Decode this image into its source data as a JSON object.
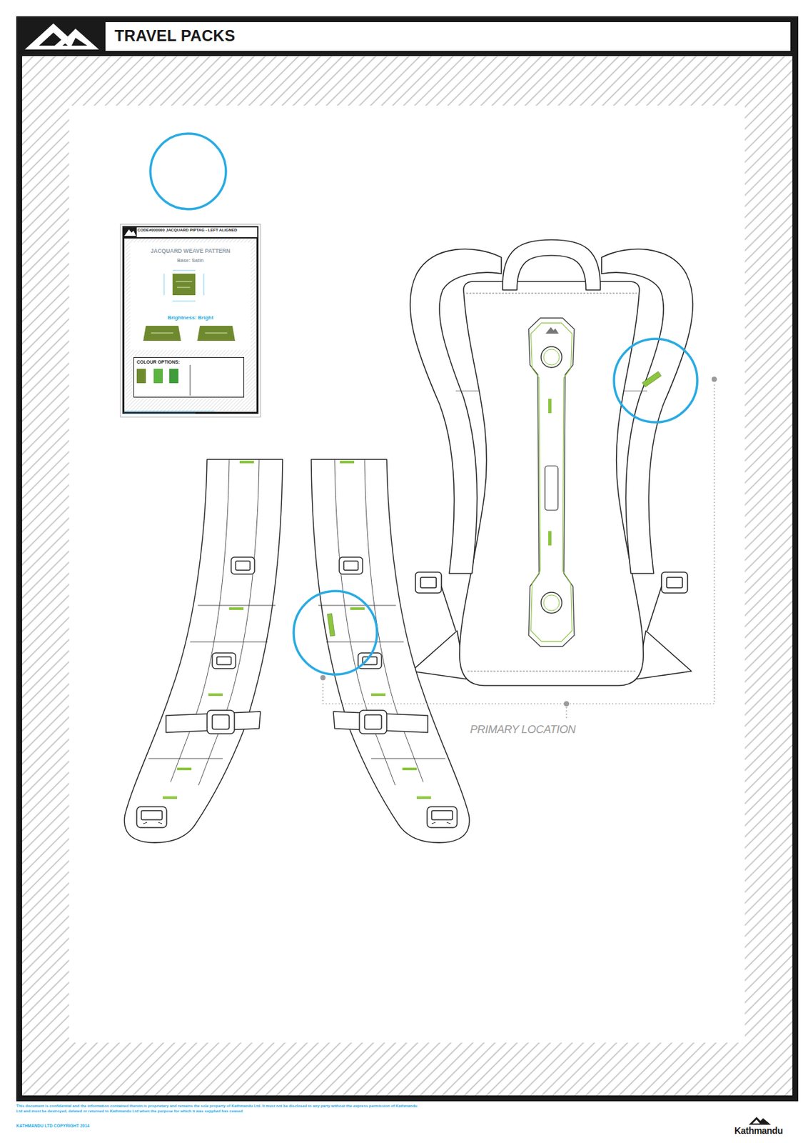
{
  "diagram": {
    "title": "TRAVEL PACKS",
    "nodes": [
      {
        "text": [
          "CODE#000000 JACQUARD PIPTAG - LEFT ALIGNED",
          "JACQUARD WEAVE PATTERN",
          "Base: Satin",
          "Brightness: Bright"
        ]
      },
      {
        "text": [
          "COLOUR OPTIONS:"
        ],
        "in": 0
      }
    ],
    "labels": [
      "PRIMARY LOCATION",
      "This document is confidential and the information contained therein is proprietary and remains the sole property of Kathmandu Ltd. It must not be disclosed to any party without the express permission of Kathmandu Ltd and must be destroyed, deleted or returned to Kathmandu Ltd when the purpose for which it was supplied has ceased",
      "KATHMANDU LTD COPYRIGHT 2014",
      "Kathmandu"
    ]
  }
}
